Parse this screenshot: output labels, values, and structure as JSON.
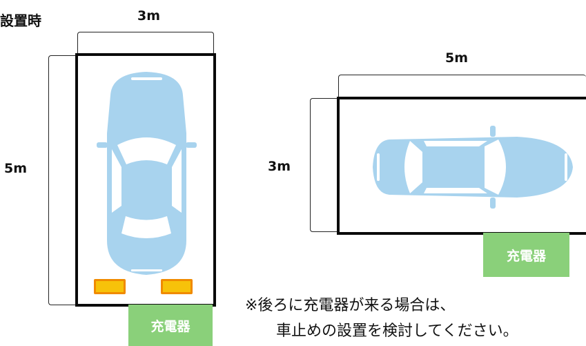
{
  "title": "設置時",
  "vertical_slot": {
    "width_label": "3m",
    "length_label": "5m",
    "charger_label": "充電器"
  },
  "horizontal_slot": {
    "width_label": "5m",
    "length_label": "3m",
    "charger_label": "充電器"
  },
  "note": {
    "line1": "※後ろに充電器が来る場合は、",
    "line2": "車止めの設置を検討してください。"
  },
  "colors": {
    "car": "#a8d3ee",
    "charger": "#8ad07a",
    "stopper_fill": "#f7c20a",
    "stopper_border": "#f08a00"
  }
}
